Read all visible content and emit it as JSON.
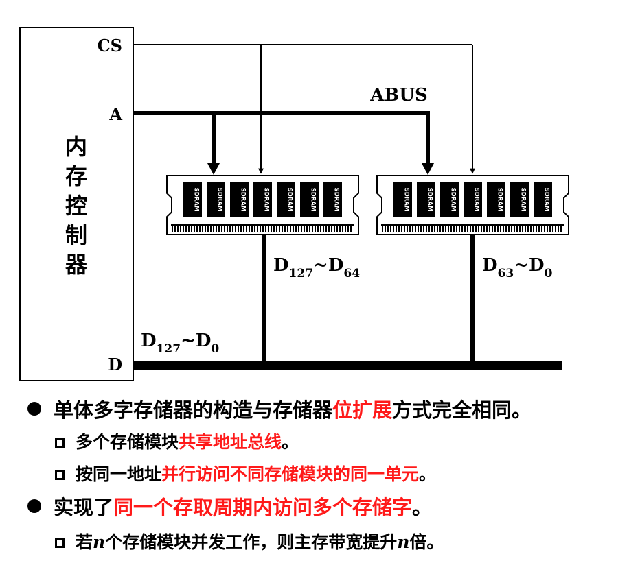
{
  "diagram": {
    "controller": {
      "chars": [
        "内",
        "存",
        "控",
        "制",
        "器"
      ],
      "pins": {
        "cs": "CS",
        "a": "A",
        "d": "D"
      }
    },
    "abus_label": "ABUS",
    "chip_text": "SDRAM",
    "module_left_bus": {
      "main": "D",
      "sub1": "127",
      "tilde": "~",
      "main2": "D",
      "sub2": "64"
    },
    "module_right_bus": {
      "main": "D",
      "sub1": "63",
      "tilde": "~",
      "main2": "D",
      "sub2": "0"
    },
    "data_bus": {
      "main": "D",
      "sub1": "127",
      "tilde": "~",
      "main2": "D",
      "sub2": "0"
    }
  },
  "bullets": {
    "b1": {
      "pre": "单体多字存储器的构造与存储器",
      "hl": "位扩展",
      "post": "方式完全相同。"
    },
    "b2": {
      "pre": "多个存储模块",
      "hl": "共享地址总线",
      "post": "。"
    },
    "b3": {
      "pre": "按同一地址",
      "hl": "并行访问不同存储模块的同一单元",
      "post": "。"
    },
    "b4": {
      "pre": "实现了",
      "hl": "同一个存取周期内访问多个存储字",
      "post": "。"
    },
    "b5": {
      "pre": "若",
      "var1": "n",
      "mid": "个存储模块并发工作，则主存带宽提升",
      "var2": "n",
      "post": "倍。"
    }
  }
}
